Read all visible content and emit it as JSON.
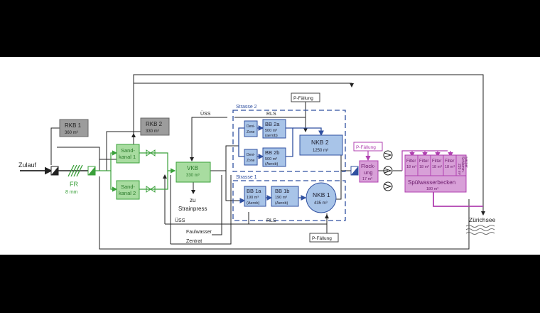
{
  "colors": {
    "background": "#000000",
    "panel": "#ffffff",
    "line": "#222222",
    "grey_box": "#9c9c9c",
    "green_box": "#a8dca0",
    "green_line": "#3aa03a",
    "blue_box": "#a8c4e8",
    "blue_line": "#3050a0",
    "purple_box": "#d8a0d8",
    "purple_line": "#b040b0"
  },
  "labels": {
    "zulauf": "Zulauf",
    "fr": "FR",
    "fr_size": "8 mm",
    "rkb1": "RKB 1",
    "rkb1_vol": "360 m³",
    "rkb2": "RKB 2",
    "rkb2_vol": "330 m³",
    "sand1_a": "Sand-",
    "sand1_b": "kanal 1",
    "sand2_a": "Sand-",
    "sand2_b": "kanal 2",
    "vkb": "VKB",
    "vkb_vol": "330 m³",
    "zu": "zu",
    "strainpress": "Strainpress",
    "uess_top": "ÜSS",
    "rls_top": "RLS",
    "strasse2": "Strasse 2",
    "strasse1": "Strasse 1",
    "p_faellung": "P-Fällung",
    "deni": "Deni-",
    "zone": "Zone",
    "bb2a": "BB 2a",
    "bb2a_vol": "500 m³",
    "bb2a_type": "(aerob)",
    "bb2b": "BB 2b",
    "bb2b_vol": "500 m³",
    "bb2b_type": "(Aerob)",
    "nkb2": "NKB 2",
    "nkb2_vol": "1250 m³",
    "bb1a": "BB 1a",
    "bb1a_vol": "190 m³",
    "bb1a_type": "(Aerob)",
    "bb1b": "BB 1b",
    "bb1b_vol": "190 m³",
    "bb1b_type": "(Aerob)",
    "nkb1": "NKB 1",
    "nkb1_vol": "435 m³",
    "flockung_a": "Flock-",
    "flockung_b": "ung",
    "flockung_vol": "17 m³",
    "filter": "Filter",
    "filter_vol": "18 m³",
    "schlammwasser": "Schlamm-",
    "schlammwasser2": "wasser",
    "schlammwasser_vol": "220 m³",
    "spuelwasser": "Spülwasserbecken",
    "spuelwasser_vol": "180 m³",
    "zuerichsee": "Zürichsee",
    "uess_bottom": "ÜSS",
    "rls_bottom": "RLS",
    "faulwasser": "Faulwasser",
    "zentrat": "Zentrat"
  }
}
